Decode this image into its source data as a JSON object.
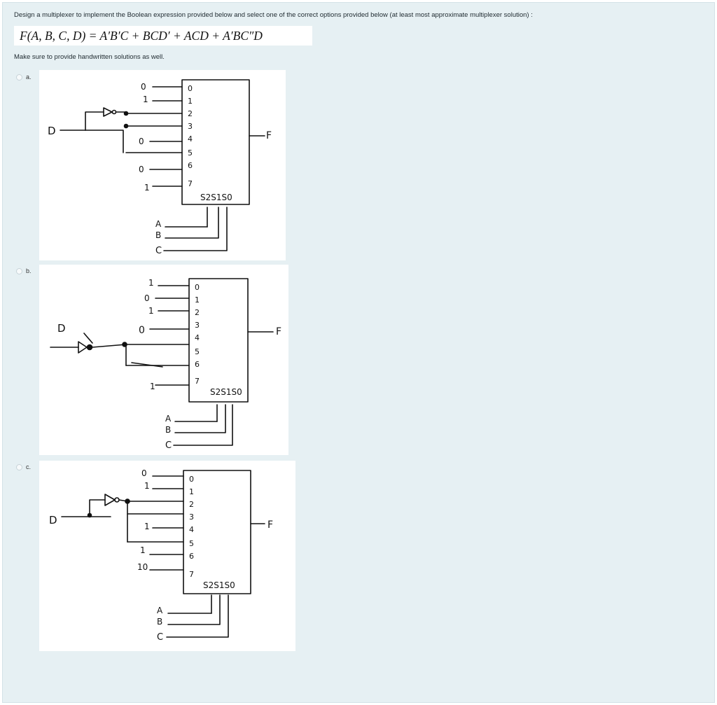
{
  "question": {
    "text": "Design a multiplexer to implement the Boolean expression provided below and select one of the correct options provided below (at least most approximate multiplexer solution) :",
    "formula": "F(A, B, C, D) = A′B′C + BCD′ + ACD + A′BC″D",
    "note": "Make sure to provide handwritten solutions as well."
  },
  "options": [
    {
      "label": "a.",
      "selected": false,
      "diagram": {
        "input_var": "D",
        "mux_inputs": [
          "0",
          "1",
          "2",
          "3",
          "4",
          "5",
          "6",
          "7"
        ],
        "constants": [
          "0",
          "1",
          "0",
          "0",
          "1"
        ],
        "selects": "S2S1S0",
        "select_vars": [
          "A",
          "B",
          "C"
        ],
        "output": "F"
      }
    },
    {
      "label": "b.",
      "selected": false,
      "diagram": {
        "input_var": "D",
        "mux_inputs": [
          "0",
          "1",
          "2",
          "3",
          "4",
          "5",
          "6",
          "7"
        ],
        "constants": [
          "1",
          "0",
          "1",
          "0",
          "1"
        ],
        "selects": "S2S1S0",
        "select_vars": [
          "A",
          "B",
          "C"
        ],
        "output": "F"
      }
    },
    {
      "label": "c.",
      "selected": false,
      "diagram": {
        "input_var": "D",
        "mux_inputs": [
          "0",
          "1",
          "2",
          "3",
          "4",
          "5",
          "6",
          "7"
        ],
        "constants": [
          "0",
          "1",
          "1",
          "1",
          "10"
        ],
        "selects": "S2S1S0",
        "select_vars": [
          "A",
          "B",
          "C"
        ],
        "output": "F"
      }
    }
  ]
}
